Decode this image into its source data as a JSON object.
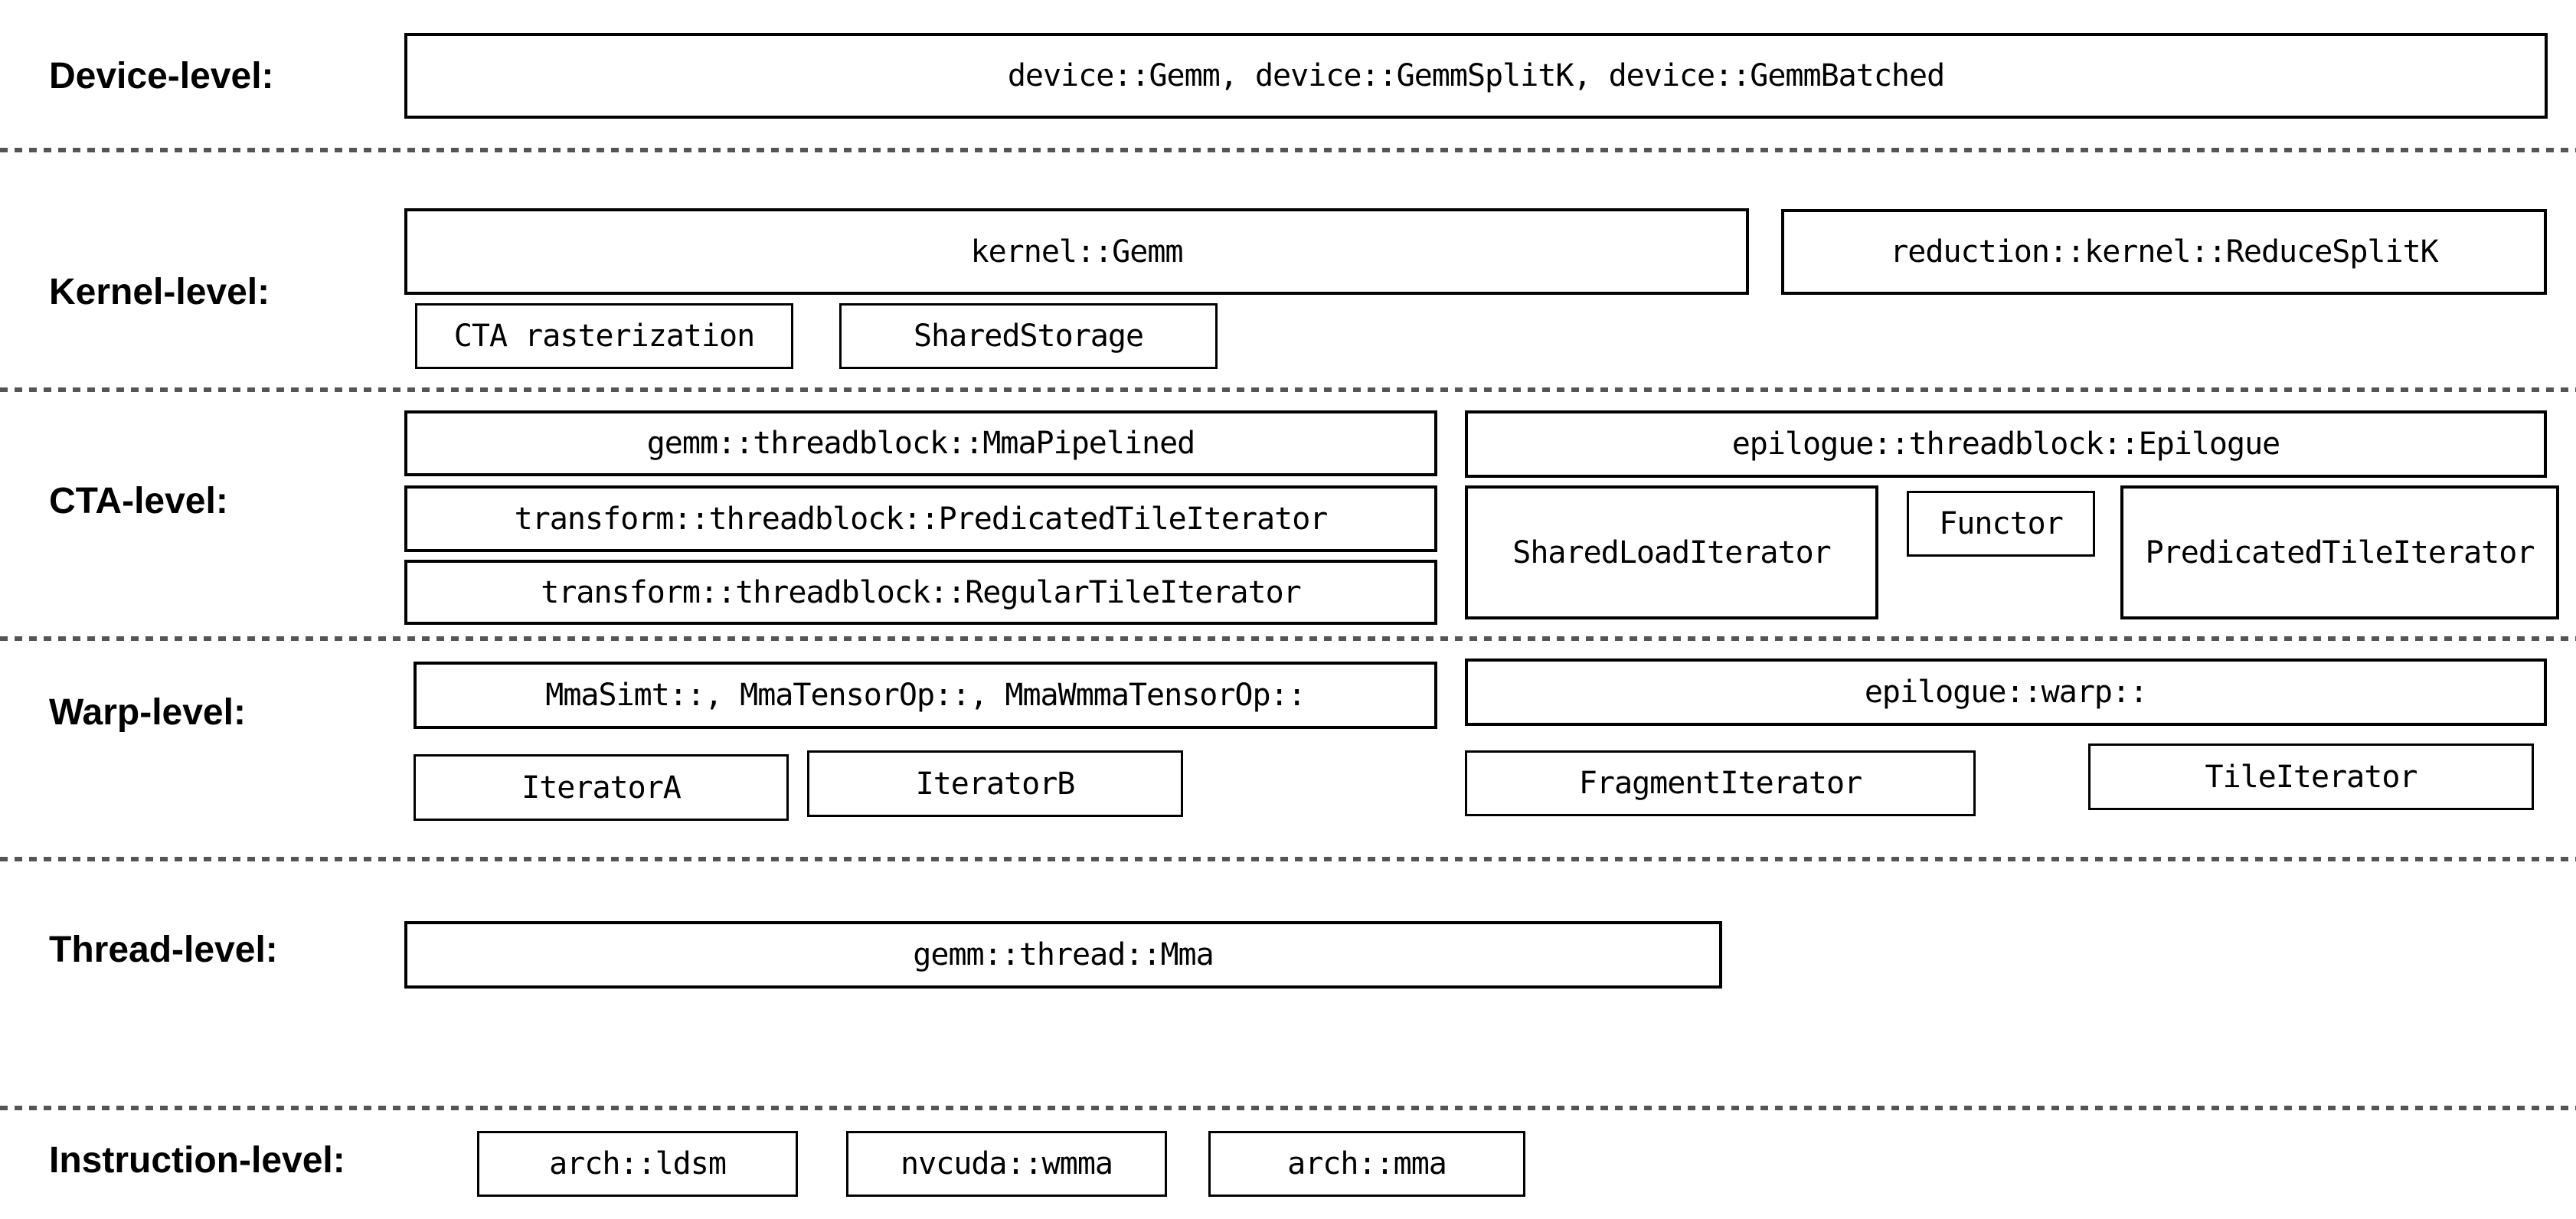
{
  "diagram": {
    "kind": "hierarchy-levels",
    "colors": {
      "background": "#ffffff",
      "box_border": "#000000",
      "text": "#000000",
      "separator": "#555555"
    }
  },
  "levels": [
    {
      "label": "Device-level:",
      "boxes": [
        {
          "text": "device::Gemm, device::GemmSplitK, device::GemmBatched"
        }
      ]
    },
    {
      "label": "Kernel-level:",
      "boxes": [
        {
          "text": "kernel::Gemm"
        },
        {
          "text": "reduction::kernel::ReduceSplitK"
        },
        {
          "text": "CTA rasterization"
        },
        {
          "text": "SharedStorage"
        }
      ]
    },
    {
      "label": "CTA-level:",
      "boxes": [
        {
          "text": "gemm::threadblock::MmaPipelined"
        },
        {
          "text": "epilogue::threadblock::Epilogue"
        },
        {
          "text": "transform::threadblock::PredicatedTileIterator"
        },
        {
          "text": "transform::threadblock::RegularTileIterator"
        },
        {
          "text": "SharedLoadIterator"
        },
        {
          "text": "Functor"
        },
        {
          "text": "PredicatedTileIterator"
        }
      ]
    },
    {
      "label": "Warp-level:",
      "boxes": [
        {
          "text": "MmaSimt::, MmaTensorOp::, MmaWmmaTensorOp::"
        },
        {
          "text": "epilogue::warp::"
        },
        {
          "text": "IteratorA"
        },
        {
          "text": "IteratorB"
        },
        {
          "text": "FragmentIterator"
        },
        {
          "text": "TileIterator"
        }
      ]
    },
    {
      "label": "Thread-level:",
      "boxes": [
        {
          "text": "gemm::thread::Mma"
        }
      ]
    },
    {
      "label": "Instruction-level:",
      "boxes": [
        {
          "text": "arch::ldsm"
        },
        {
          "text": "nvcuda::wmma"
        },
        {
          "text": "arch::mma"
        }
      ]
    }
  ]
}
